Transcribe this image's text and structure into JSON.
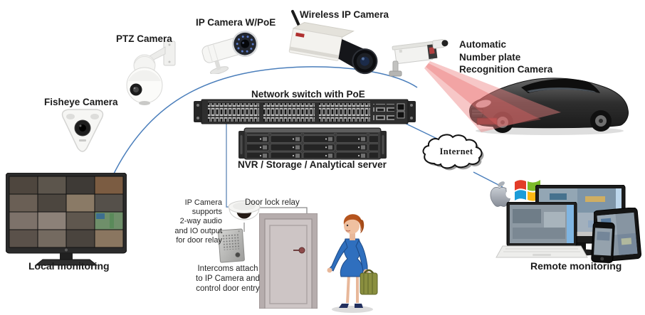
{
  "diagram_type": "ip-camera-surveillance-system",
  "labels": {
    "ptz_camera": "PTZ Camera",
    "fisheye_camera": "Fisheye Camera",
    "ip_camera_poe": "IP Camera W/PoE",
    "wireless_ip_camera": "Wireless IP Camera",
    "anpr_camera": [
      "Automatic",
      "Number  plate",
      "Recognition Camera"
    ],
    "network_switch": "Network  switch with PoE",
    "nvr_server": "NVR / Storage / Analytical server",
    "internet": "Internet",
    "local_monitoring": "Local monitoring",
    "remote_monitoring": "Remote  monitoring",
    "door_lock_relay": "Door lock relay",
    "door_ip_camera_note": [
      "IP Camera",
      "supports",
      "2-way audio",
      "and IO output",
      "for door relay"
    ],
    "intercom_note": [
      "Intercoms attach",
      "to IP Camera and",
      "control door entry"
    ]
  },
  "icons": {
    "ptz_camera_icon": "ptz-dome-camera",
    "fisheye_camera_icon": "fisheye-camera",
    "bullet_camera_icon": "bullet-poe-camera",
    "wireless_camera_icon": "wireless-box-camera",
    "anpr_camera_icon": "anpr-camera",
    "car_icon": "car",
    "switch_icon": "48-port-poe-switch",
    "nvr_icon": "rack-nvr-12-bay",
    "monitor_icon": "cctv-wall-monitor",
    "dome_camera_icon": "mini-dome-camera",
    "intercom_icon": "door-intercom-panel",
    "door_icon": "door",
    "person_icon": "woman-with-briefcase",
    "cloud_icon": "internet-cloud",
    "apple_icon": "apple-logo",
    "windows_icon": "windows-logo",
    "remote_devices_icon": "monitor-laptop-tablet-phone"
  },
  "colors": {
    "connector_blue": "#4a7ebb",
    "relay_line_gray": "#8a8a8a",
    "beam_red": "#ee8282",
    "label_text": "#1c1c1c",
    "background": "#ffffff"
  }
}
